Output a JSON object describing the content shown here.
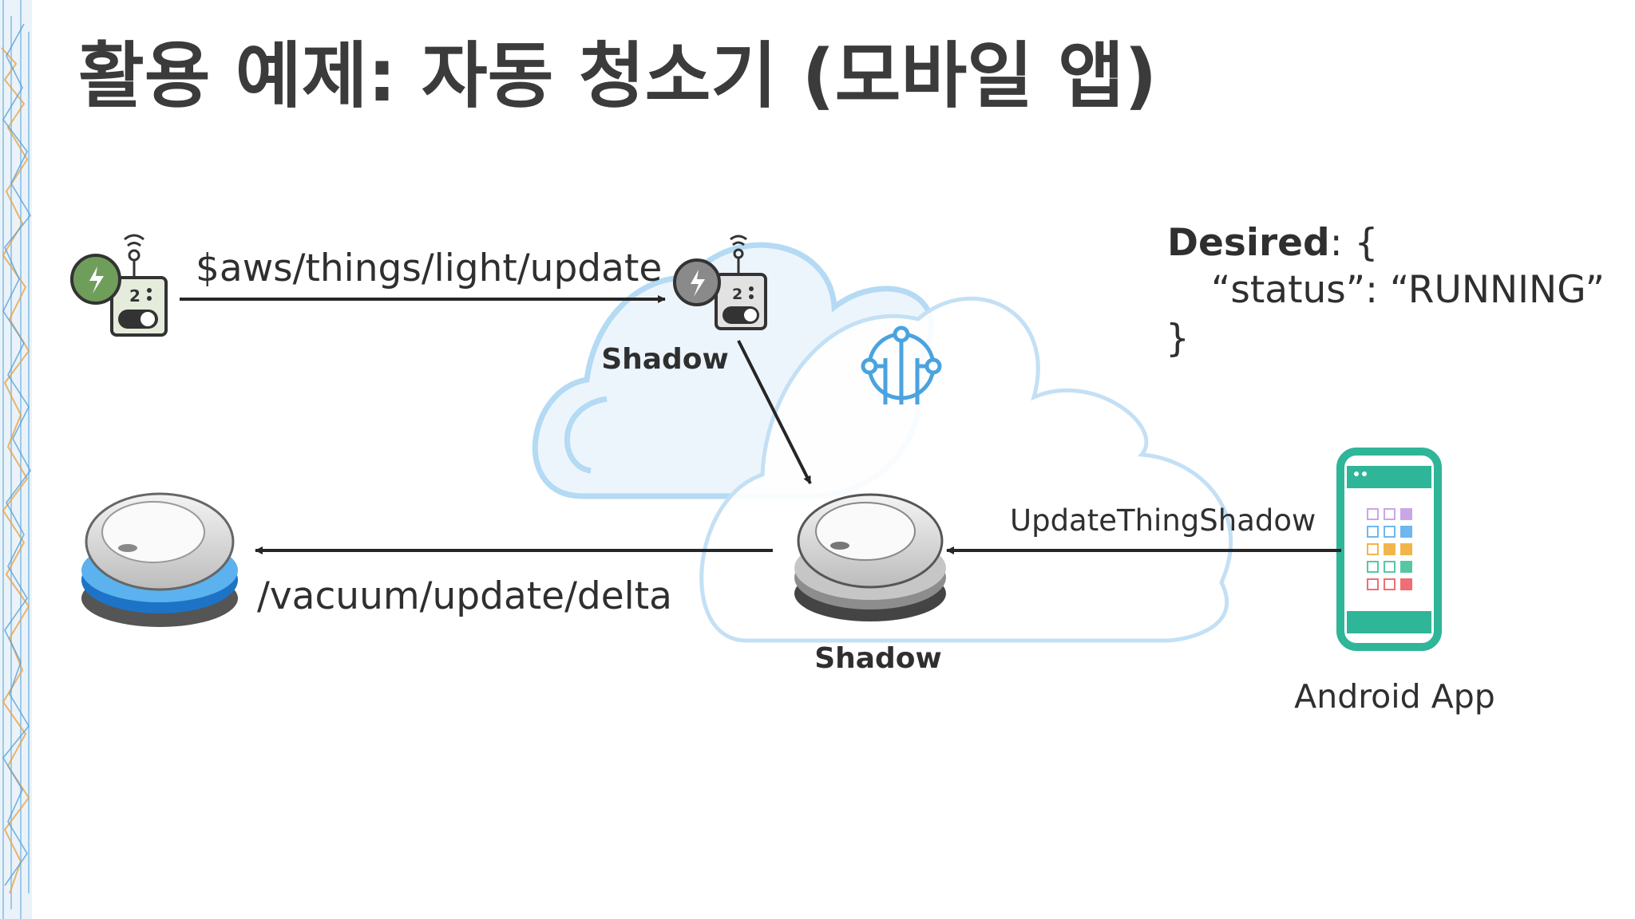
{
  "slide": {
    "title": "활용 예제: 자동 청소기 (모바일 앱)"
  },
  "diagram": {
    "topic_light_update": "$aws/things/light/update",
    "topic_vacuum_delta": "/vacuum/update/delta",
    "api_update_shadow": "UpdateThingShadow",
    "shadow_label_light": "Shadow",
    "shadow_label_vacuum": "Shadow",
    "android_label": "Android App"
  },
  "desired_state": {
    "key": "Desired",
    "open": ": {",
    "line": "“status”: “RUNNING”",
    "close": "}"
  },
  "icons": [
    "light-device-icon",
    "robot-vacuum-icon",
    "android-phone-icon",
    "iot-core-icon",
    "cloud-icon"
  ],
  "colors": {
    "title": "#3b3b3b",
    "text": "#2f2f2f",
    "arrow": "#262626",
    "cloud_stroke": "#a9d3f2",
    "cloud_fill": "#edf5fc",
    "iot_blue": "#4aa3df",
    "bulb_green": "#5e9e4c",
    "phone_teal": "#2fb597",
    "vacuum_blue": "#1d74c6"
  }
}
